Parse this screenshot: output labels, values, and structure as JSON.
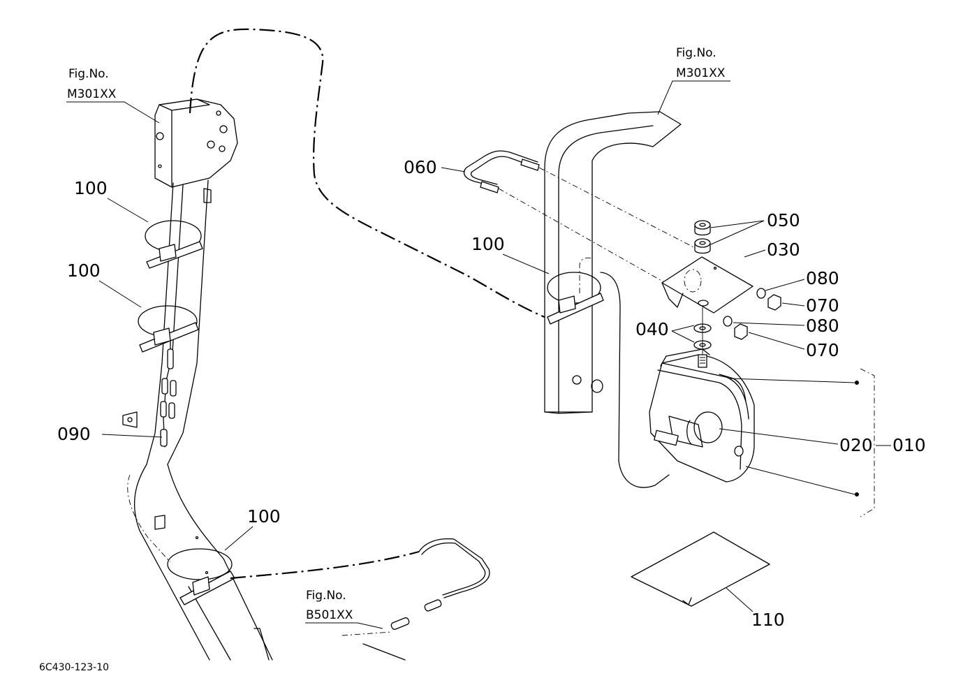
{
  "labels": {
    "p010": "010",
    "p020": "020",
    "p030": "030",
    "p040": "040",
    "p050": "050",
    "p060": "060",
    "p070a": "070",
    "p070b": "070",
    "p080a": "080",
    "p080b": "080",
    "p090": "090",
    "p100a": "100",
    "p100b": "100",
    "p100c": "100",
    "p100d": "100",
    "p110": "110"
  },
  "figrefs": {
    "left": {
      "title": "Fig.No.",
      "code": "M301XX"
    },
    "right": {
      "title": "Fig.No.",
      "code": "M301XX"
    },
    "bottom": {
      "title": "Fig.No.",
      "code": "B501XX"
    }
  },
  "diagram_code": "6C430-123-10"
}
